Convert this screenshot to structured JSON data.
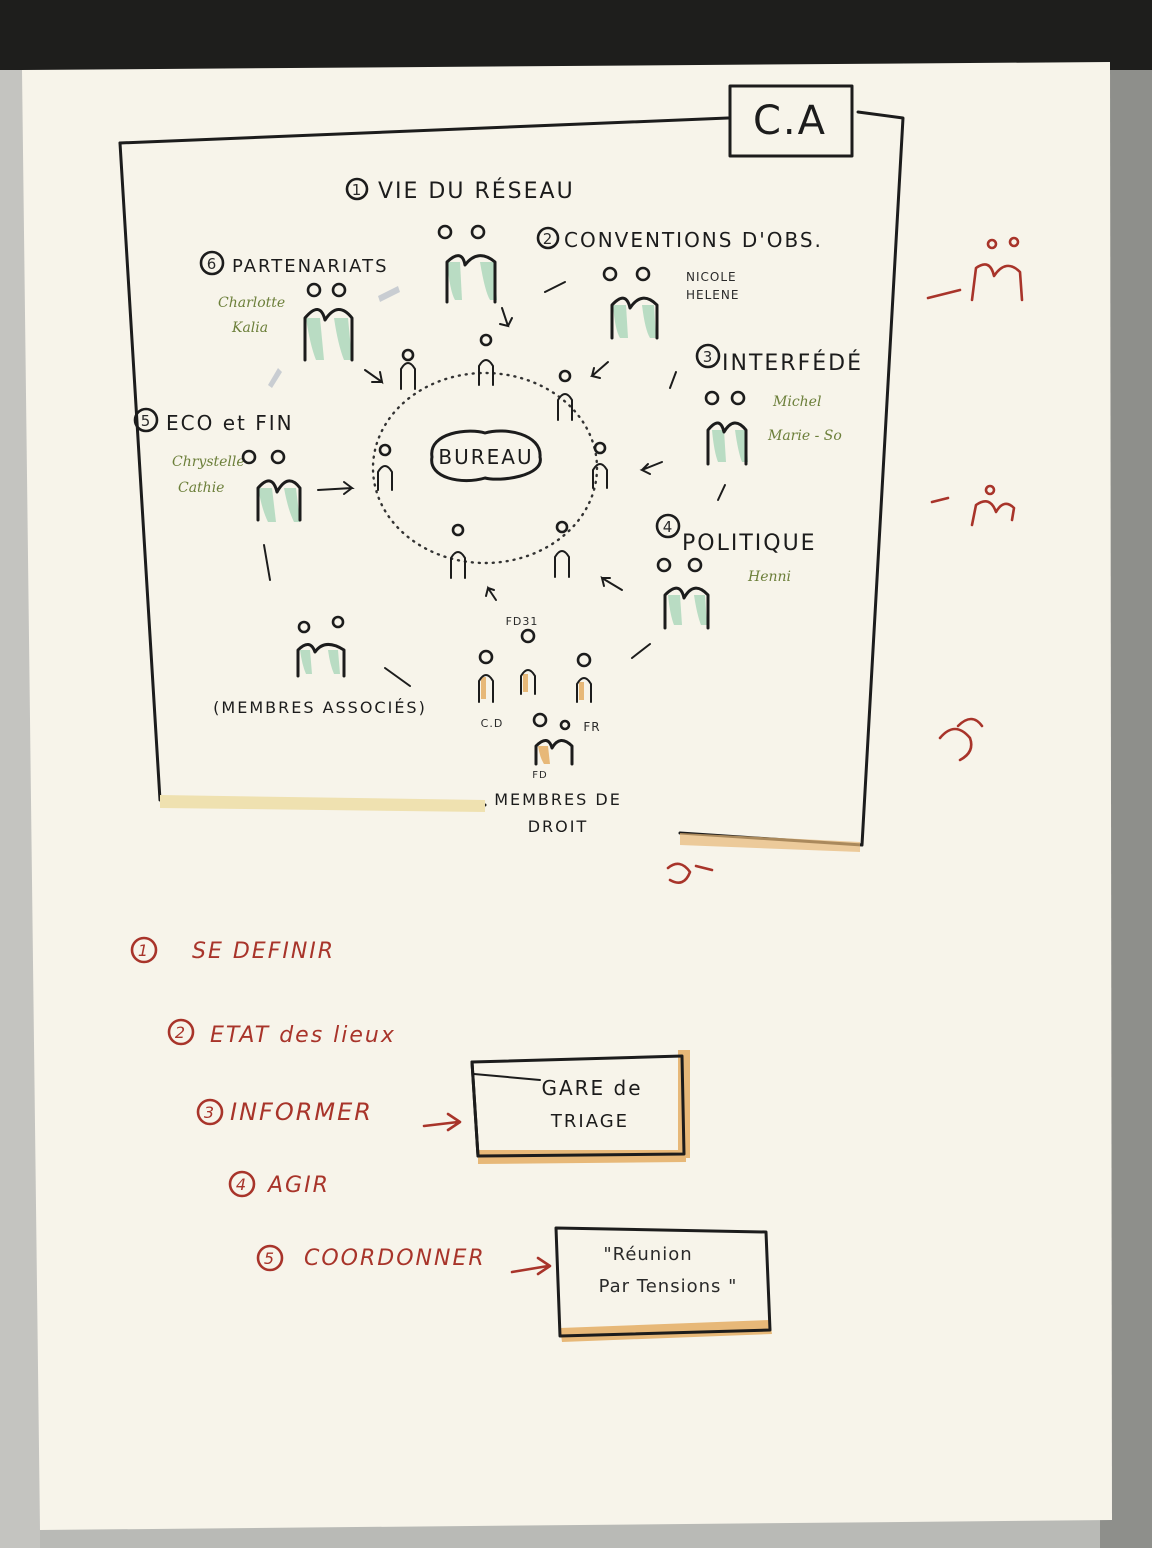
{
  "board": {
    "ca_label": "C.A",
    "center_label": "BUREAU",
    "circles": [
      {
        "number": "1",
        "title": "VIE DU RÉSEAU"
      },
      {
        "number": "2",
        "title": "CONVENTIONS D'OBS.",
        "names": [
          "NICOLE",
          "HELENE"
        ]
      },
      {
        "number": "3",
        "title": "INTERFÉDÉ",
        "names": [
          "Michel",
          "Marie - So"
        ]
      },
      {
        "number": "4",
        "title": "POLITIQUE",
        "names": [
          "Henni"
        ]
      },
      {
        "number": "5",
        "title": "ECO et FIN",
        "names": [
          "Chrystelle",
          "Cathie"
        ]
      },
      {
        "number": "6",
        "title": "PARTENARIATS",
        "names": [
          "Charlotte",
          "Kalia"
        ]
      }
    ],
    "members_associated": "(MEMBRES ASSOCIÉS)",
    "members_right": "MEMBRES DE DROIT",
    "member_tags": {
      "fd31": "FD31",
      "cd": "C.D",
      "fr": "FR",
      "fd": "FD"
    }
  },
  "steps": [
    {
      "number": "1",
      "label": "SE DEFINIR"
    },
    {
      "number": "2",
      "label": "ETAT des lieux"
    },
    {
      "number": "3",
      "label": "INFORMER"
    },
    {
      "number": "4",
      "label": "AGIR"
    },
    {
      "number": "5",
      "label": "COORDONNER"
    }
  ],
  "boxes": {
    "gare_line1": "GARE de",
    "gare_line2": "TRIAGE",
    "reunion_line1": "\"Réunion",
    "reunion_line2": "Par Tensions \""
  },
  "colors": {
    "ink": "#1c1c1c",
    "red": "#a8342a",
    "green_names": "#6c7f3a",
    "paper": "#f7f4ea",
    "green_shade": "#b9dcc3",
    "orange_shade": "#e7b878"
  }
}
